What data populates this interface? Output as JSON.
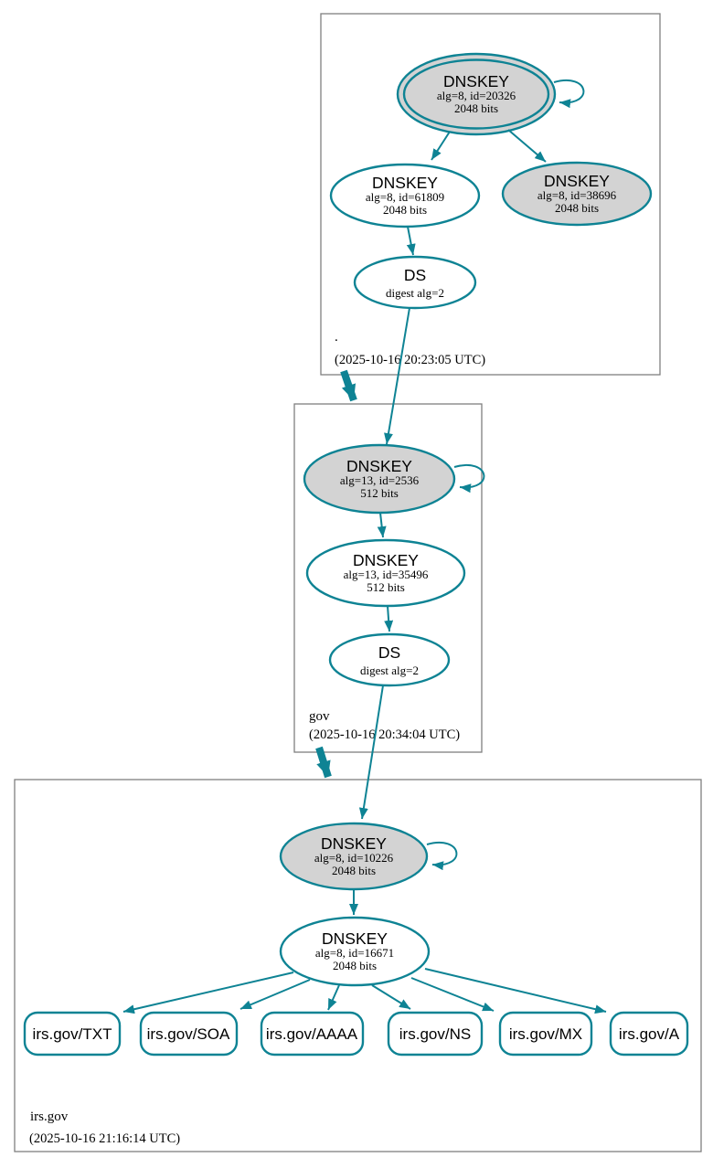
{
  "colors": {
    "edge_teal": "#0e8394",
    "node_gray_fill": "#d3d3d3",
    "node_white_fill": "#ffffff",
    "zone_box_border": "#7f7f7f",
    "text": "#000000"
  },
  "zones": [
    {
      "name": ".",
      "timestamp": "(2025-10-16 20:23:05 UTC)",
      "nodes": {
        "trust_anchor": {
          "title": "DNSKEY",
          "detail1": "alg=8, id=20326",
          "detail2": "2048 bits"
        },
        "zsk": {
          "title": "DNSKEY",
          "detail1": "alg=8, id=61809",
          "detail2": "2048 bits"
        },
        "ksk2": {
          "title": "DNSKEY",
          "detail1": "alg=8, id=38696",
          "detail2": "2048 bits"
        },
        "ds": {
          "title": "DS",
          "detail1": "digest alg=2"
        }
      }
    },
    {
      "name": "gov",
      "timestamp": "(2025-10-16 20:34:04 UTC)",
      "nodes": {
        "ksk": {
          "title": "DNSKEY",
          "detail1": "alg=13, id=2536",
          "detail2": "512 bits"
        },
        "zsk": {
          "title": "DNSKEY",
          "detail1": "alg=13, id=35496",
          "detail2": "512 bits"
        },
        "ds": {
          "title": "DS",
          "detail1": "digest alg=2"
        }
      }
    },
    {
      "name": "irs.gov",
      "timestamp": "(2025-10-16 21:16:14 UTC)",
      "nodes": {
        "ksk": {
          "title": "DNSKEY",
          "detail1": "alg=8, id=10226",
          "detail2": "2048 bits"
        },
        "zsk": {
          "title": "DNSKEY",
          "detail1": "alg=8, id=16671",
          "detail2": "2048 bits"
        }
      },
      "rrsets": [
        "irs.gov/TXT",
        "irs.gov/SOA",
        "irs.gov/AAAA",
        "irs.gov/NS",
        "irs.gov/MX",
        "irs.gov/A"
      ]
    }
  ]
}
